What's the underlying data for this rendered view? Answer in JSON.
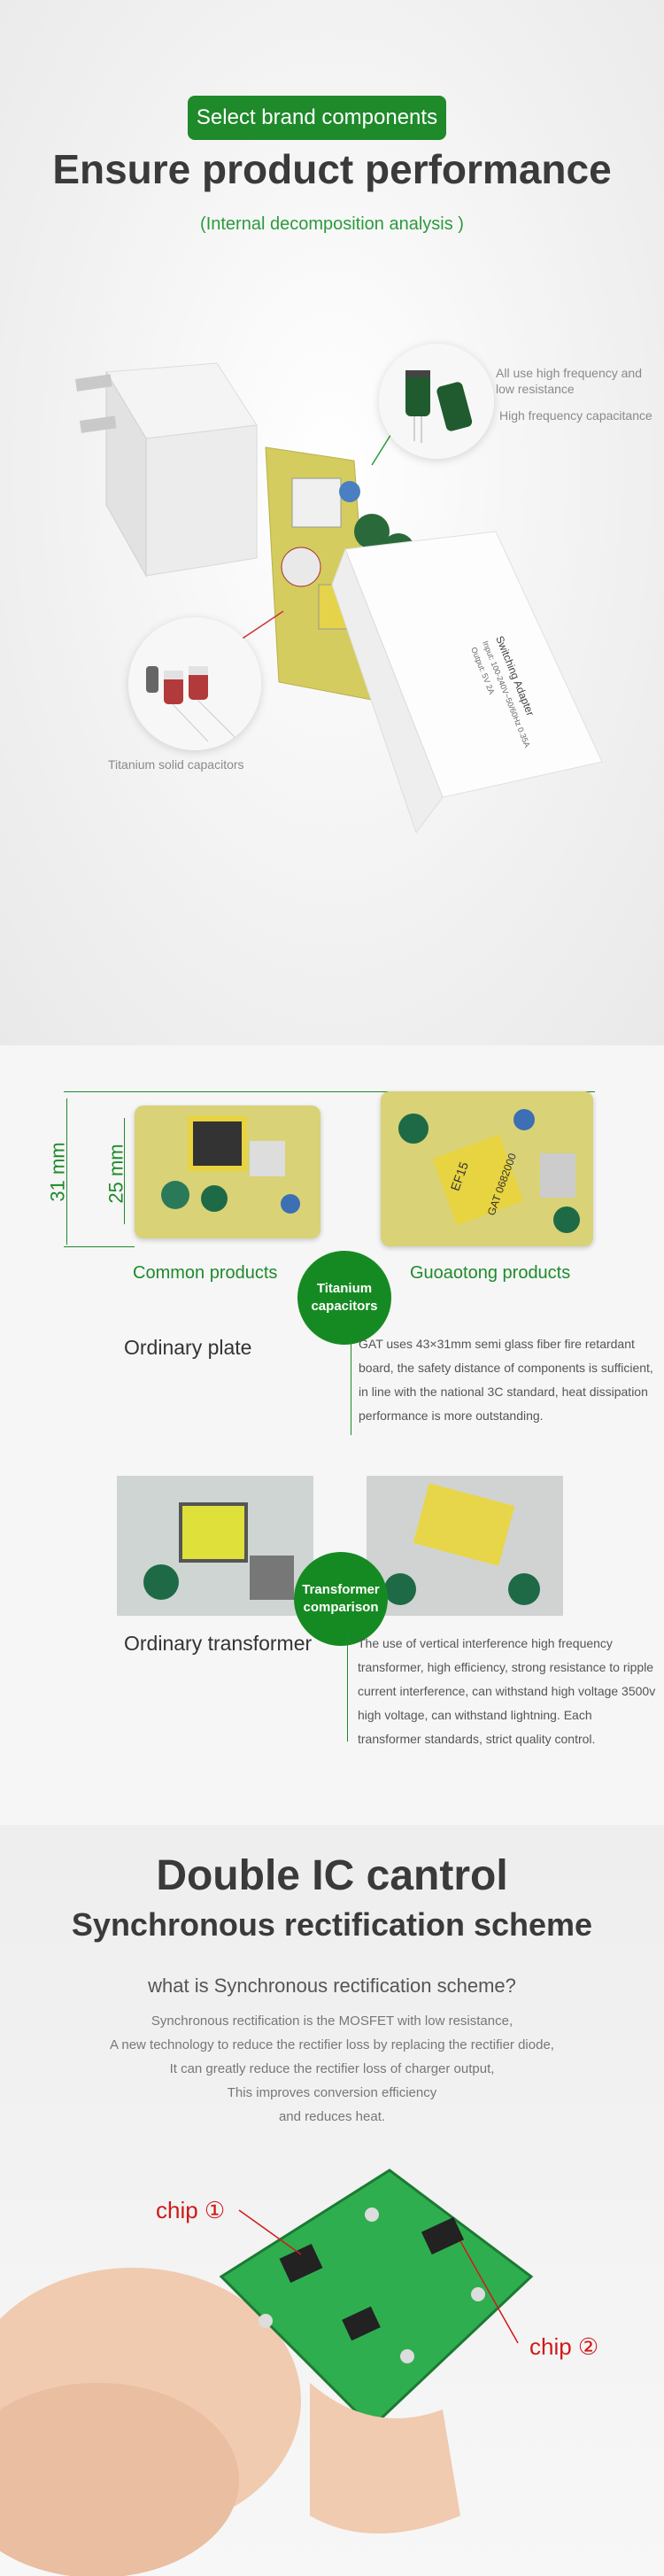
{
  "header": {
    "badge": "Select brand components",
    "title": "Ensure product performance",
    "subtitle": "(Internal decomposition analysis )"
  },
  "exploded": {
    "callout_top_1": "All use high frequency and low resistance",
    "callout_top_2": "High frequency capacitance",
    "callout_left": "Titanium solid capacitors",
    "case_text_1": "Switching Adapter",
    "case_text_2": "Input: 100-240V~50/60Hz 0.35A",
    "case_text_3": "Output: 5V 2A"
  },
  "compare": {
    "dim_31": "31 mm",
    "dim_25": "25 mm",
    "common_label": "Common products",
    "guo_label": "Guoaotong products",
    "badge1_line1": "Titanium",
    "badge1_line2": "capacitors",
    "plate_title": "Ordinary plate",
    "plate_text": "GAT uses 43×31mm semi glass fiber fire retardant board, the safety distance of components is sufficient, in line with the national 3C standard, heat dissipation performance is more outstanding.",
    "board_mark_1": "EF15",
    "board_mark_2": "GAT 0682000",
    "badge2_line1": "Transformer",
    "badge2_line2": "comparison",
    "transformer_title": "Ordinary transformer",
    "transformer_text": "The use of vertical interference high frequency transformer, high efficiency, strong resistance to ripple current interference, can withstand high voltage 3500v high voltage, can withstand lightning. Each transformer standards, strict quality control."
  },
  "ic": {
    "title": "Double IC cantrol",
    "subtitle": "Synchronous rectification scheme",
    "question": "what is Synchronous rectification scheme?",
    "lines": [
      "Synchronous rectification is the MOSFET with low resistance,",
      "A new technology to reduce the rectifier loss by replacing the rectifier diode,",
      "It can greatly reduce the rectifier loss of charger output,",
      "This improves conversion efficiency",
      "and reduces heat."
    ],
    "chip1": "chip ①",
    "chip2": "chip ②"
  },
  "colors": {
    "brand_green": "#1e8a2a",
    "chip_red": "#d01919",
    "board_yellow": "#d9d277",
    "pcb_green": "#2fae4f"
  }
}
